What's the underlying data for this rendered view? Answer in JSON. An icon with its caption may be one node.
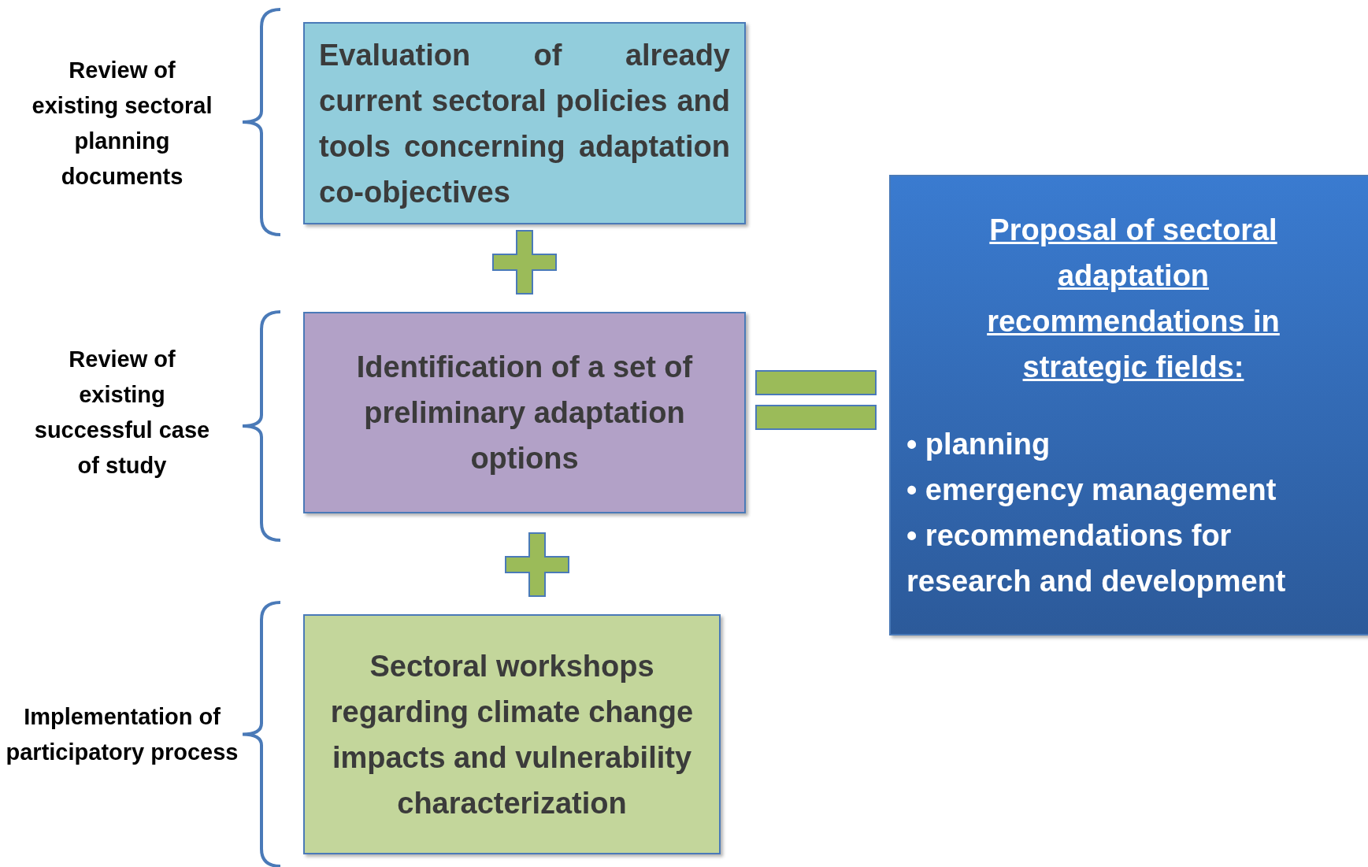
{
  "diagram": {
    "nodes": [
      {
        "text": [
          "Evaluation of already current sectoral policies and tools concerning adaptation co-objectives"
        ]
      },
      {
        "text": [
          "Identification of a set of preliminary adaptation options"
        ]
      },
      {
        "text": [
          "Sectoral workshops regarding climate change impacts and vulnerability characterization"
        ]
      },
      {
        "text": [
          "Proposal of sectoral adaptation recommendations in strategic fields:",
          "• planning",
          "• emergency management",
          "• recommendations for research and development"
        ]
      },
      {
        "text": [],
        "shape": "plus"
      },
      {
        "text": [],
        "shape": "plus"
      },
      {
        "text": [],
        "shape": "equals"
      }
    ],
    "labels": [
      "Review of existing sectoral planning documents",
      "Review of existing successful case of study",
      "Implementation of participatory process"
    ]
  }
}
